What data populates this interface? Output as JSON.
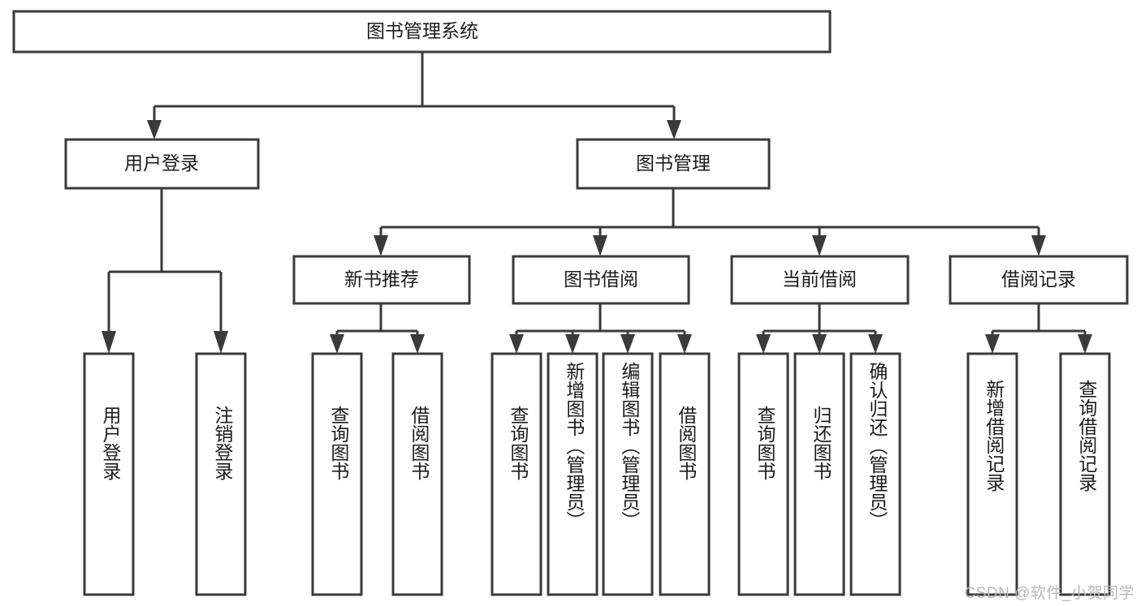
{
  "diagram": {
    "type": "hierarchy-tree",
    "title": "图书管理系统",
    "watermark": "CSDN @软件_小贺同学",
    "colors": {
      "stroke": "#3a3a3a",
      "fill": "#ffffff",
      "text": "#1c1c1c",
      "watermark": "#b8b8b8"
    },
    "nodes": {
      "root": {
        "label": "图书管理系统"
      },
      "level2": [
        {
          "id": "user-login",
          "label": "用户登录"
        },
        {
          "id": "book-management",
          "label": "图书管理"
        }
      ],
      "level3": [
        {
          "id": "new-book-recommend",
          "label": "新书推荐"
        },
        {
          "id": "book-borrow",
          "label": "图书借阅"
        },
        {
          "id": "current-borrow",
          "label": "当前借阅"
        },
        {
          "id": "borrow-record",
          "label": "借阅记录"
        }
      ],
      "leaves": {
        "user-login": [
          {
            "id": "leaf-user-login",
            "label": "用户登录"
          },
          {
            "id": "leaf-logout-login",
            "label": "注销登录"
          }
        ],
        "new-book-recommend": [
          {
            "id": "leaf-query-book-1",
            "label": "查询图书"
          },
          {
            "id": "leaf-borrow-book-1",
            "label": "借阅图书"
          }
        ],
        "book-borrow": [
          {
            "id": "leaf-query-book-2",
            "label": "查询图书"
          },
          {
            "id": "leaf-add-book",
            "label": "新增图书（管理员）"
          },
          {
            "id": "leaf-edit-book",
            "label": "编辑图书（管理员）"
          },
          {
            "id": "leaf-borrow-book-2",
            "label": "借阅图书"
          }
        ],
        "current-borrow": [
          {
            "id": "leaf-query-book-3",
            "label": "查询图书"
          },
          {
            "id": "leaf-return-book",
            "label": "归还图书"
          },
          {
            "id": "leaf-confirm-return",
            "label": "确认归还（管理员）"
          }
        ],
        "borrow-record": [
          {
            "id": "leaf-add-record",
            "label": "新增借阅记录"
          },
          {
            "id": "leaf-query-record",
            "label": "查询借阅记录"
          }
        ]
      }
    }
  }
}
